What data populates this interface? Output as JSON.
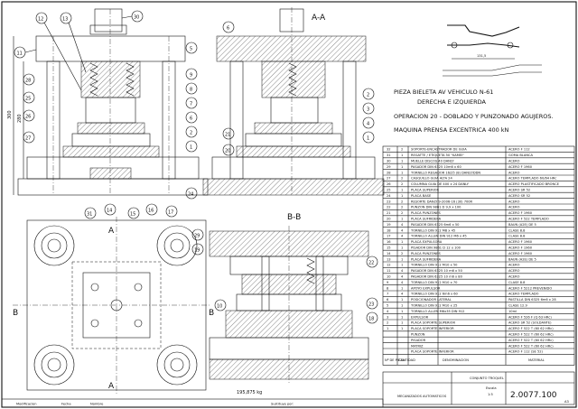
{
  "views": {
    "section_aa": "A-A",
    "section_bb": "B-B",
    "arrow_a": "A",
    "arrow_b": "B"
  },
  "part_info": {
    "line1": "PIEZA  BIELETA AV VEHICULO N-61",
    "line2": "DERECHA E IZQUIERDA",
    "line3": "OPERACION  20 - DOBLADO Y PUNZONADO AGUJEROS.",
    "line4": "MAQUINA  PRENSA EXCENTRICA 400 kN"
  },
  "dims": {
    "height_total": "300",
    "height_inner": "280",
    "part_len": "131,5"
  },
  "weight": "195,875 kg",
  "balloons_front": [
    "30",
    "13",
    "12",
    "11",
    "5",
    "9",
    "8",
    "7",
    "6",
    "2",
    "1",
    "24",
    "27",
    "26",
    "25",
    "28",
    "31",
    "14",
    "15",
    "16",
    "17"
  ],
  "balloons_aa": [
    "6",
    "21",
    "20",
    "2",
    "3",
    "4",
    "1"
  ],
  "balloons_plan": [
    "29",
    "19"
  ],
  "balloons_bb": [
    "22",
    "10",
    "23",
    "18"
  ],
  "bom": {
    "rows": [
      {
        "n": "32",
        "q": "2",
        "name": "SOPORTE-ENCASTRADOR DE GUIA",
        "mat": "ACERO F 112"
      },
      {
        "n": "31",
        "q": "1",
        "name": "REGATTE / ETIQUETA 50 \"KAMEI\"",
        "mat": "GOMA BLANCA"
      },
      {
        "n": "30",
        "q": "1",
        "name": "MUELLE DISCOS 40 DANLY",
        "mat": "ACERO"
      },
      {
        "n": "29",
        "q": "1",
        "name": "PASADOR DIN 6325 10m6 x 60",
        "mat": "ACERO F 1960"
      },
      {
        "n": "28",
        "q": "1",
        "name": "TORNILLO REGADOR 16/25 (8) DANLY/DDN",
        "mat": "ACERO"
      },
      {
        "n": "27",
        "q": "2",
        "name": "CASQUILLO GUIA ALTA 24",
        "mat": "ACERO TEMPLADO 60/64 HRc"
      },
      {
        "n": "26",
        "q": "2",
        "name": "COLUMNA GUIA DE 400 x 24 DANLY",
        "mat": "ACERO PLASTIFICADO BRONCE"
      },
      {
        "n": "25",
        "q": "1",
        "name": "PLACA SUPERIOR",
        "mat": "ACERO SR 52"
      },
      {
        "n": "24",
        "q": "1",
        "name": "PLACA BASE",
        "mat": "ACERO SR 52"
      },
      {
        "n": "23",
        "q": "2",
        "name": "RESORTE DANLY 9-2006-16 (30) 700R",
        "mat": "ACERO"
      },
      {
        "n": "22",
        "q": "2",
        "name": "PUNZON DIN 9861 D  9,9 x 100",
        "mat": "ACERO"
      },
      {
        "n": "21",
        "q": "2",
        "name": "PLACA PUNZONES",
        "mat": "ACERO F 1960"
      },
      {
        "n": "20",
        "q": "1",
        "name": "PLACA SUFRIDERA",
        "mat": "ACERO F 522 TEMPLADO"
      },
      {
        "n": "19",
        "q": "4",
        "name": "PASADOR DIN 6325 6m6 x 50",
        "mat": "BAUN (A2E) DE 5"
      },
      {
        "n": "18",
        "q": "4",
        "name": "TORNILLO DIN 912 M8 x 45",
        "mat": "CLASE 8.8"
      },
      {
        "n": "17",
        "q": "4",
        "name": "TORNILLO ALLEN DIN 912 M6 x 45",
        "mat": "CLASE 8.8"
      },
      {
        "n": "16",
        "q": "1",
        "name": "PLACA EXPULSORA",
        "mat": "ACERO F 1960"
      },
      {
        "n": "15",
        "q": "1",
        "name": "PISADOR DIN 9861 D  12 x 100",
        "mat": "ACERO F 1960"
      },
      {
        "n": "14",
        "q": "2",
        "name": "PLACA PUNZONES",
        "mat": "ACERO F 1960"
      },
      {
        "n": "13",
        "q": "1",
        "name": "PLACA SUFRIDERA",
        "mat": "BAUN (A2E) DE 5"
      },
      {
        "n": "12",
        "q": "1",
        "name": "TORNILLO DIN 912 M10 x 50",
        "mat": "ACERO"
      },
      {
        "n": "11",
        "q": "4",
        "name": "PASADOR DIN 6325 10 m6 x 50",
        "mat": "ACERO"
      },
      {
        "n": "10",
        "q": "4",
        "name": "PASADOR DIN 6325 10 m6 x 80",
        "mat": "ACERO"
      },
      {
        "n": "9",
        "q": "4",
        "name": "TORNILLO DIN 912 M10 x 70",
        "mat": "CLASE 8.8"
      },
      {
        "n": "8",
        "q": "1",
        "name": "APOYO EXPULSOR",
        "mat": "ACERO F 5212 PREVENIDO"
      },
      {
        "n": "7",
        "q": "4",
        "name": "TORNILLO DIN 912  6m6 x 60",
        "mat": "ACERO TEMPLADO"
      },
      {
        "n": "6",
        "q": "1",
        "name": "POSICIONADOR LATERAL",
        "mat": "PASTILLA DIN 6325 6m6 x 28"
      },
      {
        "n": "5",
        "q": "1",
        "name": "TORNILLO DIN 912 M10 x 25",
        "mat": "CLASE 12.9"
      },
      {
        "n": "4",
        "q": "1",
        "name": "TORNILLO ALLEN M6x35 DIN 912",
        "mat": "10ml"
      },
      {
        "n": "3",
        "q": "1",
        "name": "EXPULSOR",
        "mat": "ACERO F 526 F (Q 63 HRc)"
      },
      {
        "n": "2",
        "q": "1",
        "name": "PLACA SOPORTE SUPERIOR",
        "mat": "ACERO SR 52 (SOLDANTE)"
      },
      {
        "n": "1",
        "q": "1",
        "name": "PLACA SOPORTE INFERIOR",
        "mat": "ACERO F 522 T (60 62 HRc)"
      },
      {
        "n": "",
        "q": "",
        "name": "PUNZON",
        "mat": "ACERO F 522 T (60 62 HRc)"
      },
      {
        "n": "",
        "q": "",
        "name": "PISADOR",
        "mat": "ACERO F 522 T (60 62 HRc)"
      },
      {
        "n": "",
        "q": "",
        "name": "MATRIZ",
        "mat": "ACERO F 522 T (60 62 HRc)"
      },
      {
        "n": "",
        "q": "",
        "name": "PLACA SOPORTE INFERIOR",
        "mat": "ACERO F 112 (SE 52)"
      }
    ],
    "header_n": "Nº DE PIEZA",
    "header_plan": "Nº DE PLANO",
    "header_q": "CANTIDAD",
    "header_name": "DENOMINACION",
    "header_mat": "MATERIAL"
  },
  "title_block": {
    "set_label": "CONJUNTO TROQUEL",
    "company": "MECANIZADOS AUTOMATICOS",
    "drawing_number": "2.0077.100",
    "sheet": "A3",
    "scale_label": "Escala",
    "scale": "1:5",
    "footer_mod": "Modificacion",
    "footer_date": "Fecha",
    "footer_name": "Nombre",
    "footer_sust": "Sustituye por:"
  }
}
